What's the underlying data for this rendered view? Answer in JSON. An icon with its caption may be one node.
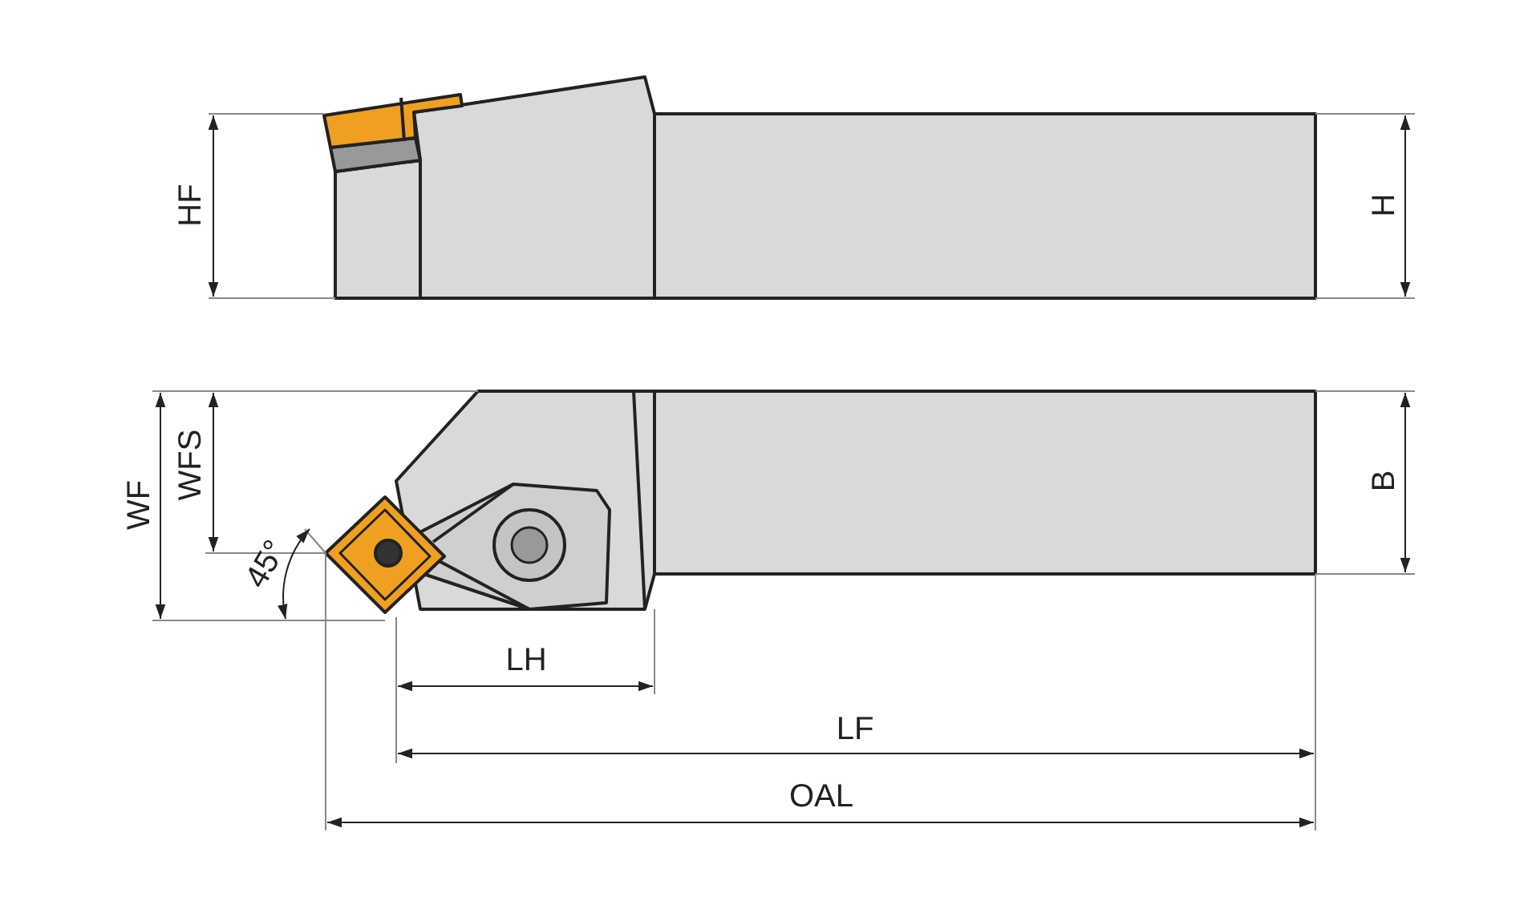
{
  "diagram": {
    "labels": [
      "HF",
      "H",
      "WF",
      "WFS",
      "45°",
      "B",
      "LH",
      "LF",
      "OAL"
    ]
  }
}
